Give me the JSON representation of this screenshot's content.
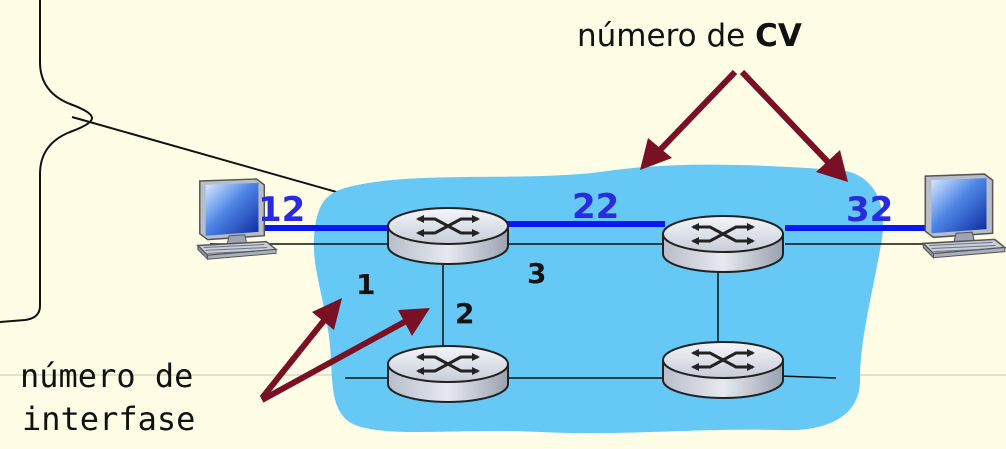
{
  "labels": {
    "cv_number_caption": "número de",
    "cv_number_caption_bold": "CV",
    "interface_caption_line1": "número de",
    "interface_caption_line2": "interfase"
  },
  "vc_numbers": [
    "12",
    "22",
    "32"
  ],
  "interface_numbers": [
    "1",
    "2",
    "3"
  ],
  "colors": {
    "background": "#fffde6",
    "network_cloud": "#66c8f5",
    "virtual_circuit": "#0a17f5",
    "vc_number_text": "#2a2ae0",
    "arrow": "#7a1024",
    "router_body": "#dde1ea"
  },
  "icons": [
    "router-icon",
    "computer-icon"
  ]
}
